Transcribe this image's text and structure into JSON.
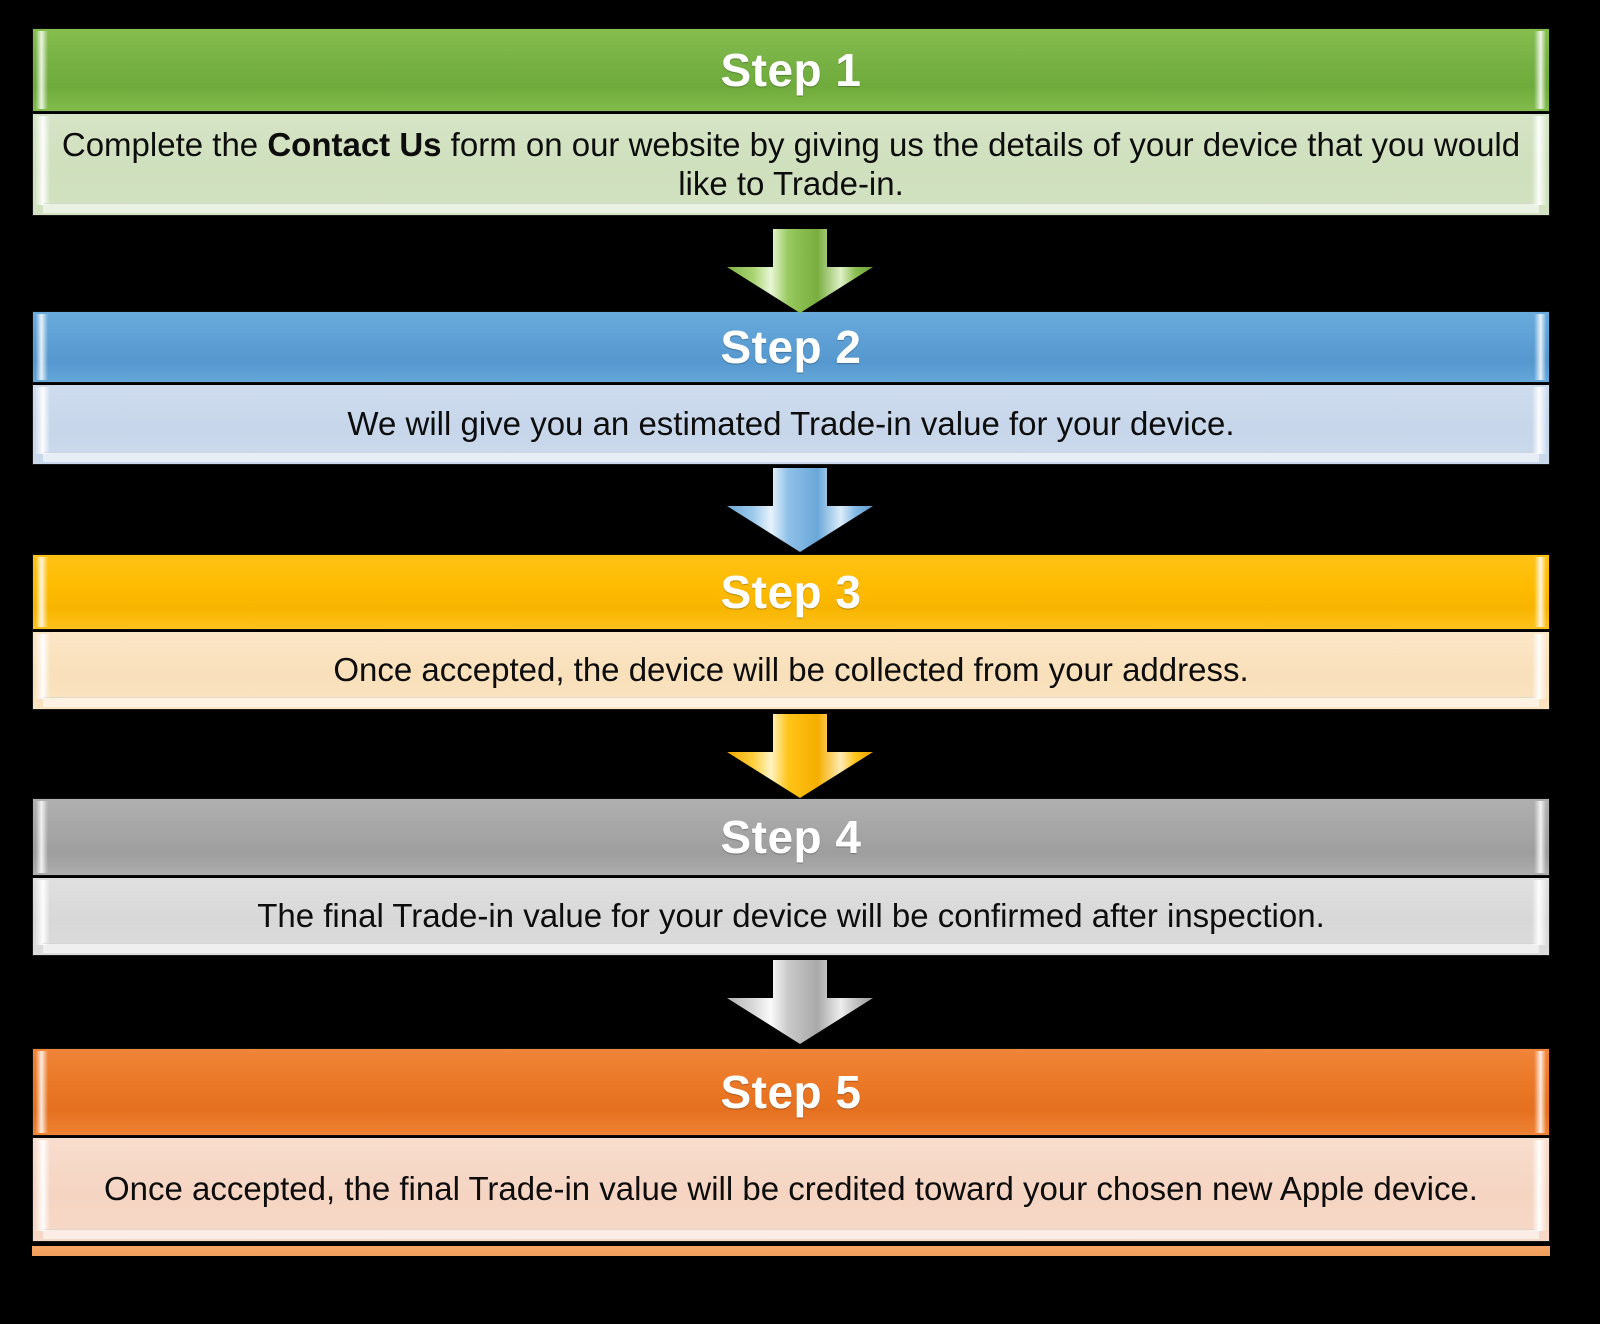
{
  "diagram": {
    "title": "Trade-in process steps",
    "background_color": "#000000",
    "steps": [
      {
        "header": "Step 1",
        "body_pre": "Complete the ",
        "body_bold": "Contact Us",
        "body_post": " form on our website by giving us the details of your device that you would like to Trade-in.",
        "body_full": "Complete the Contact Us form on our website by giving us the details of your device that you would like to Trade-in.",
        "header_color": "#76b043",
        "body_color": "#cfe0bd",
        "lines": 2
      },
      {
        "header": "Step 2",
        "body_full": "We will give you an estimated Trade-in value for your device.",
        "header_color": "#5d9fd4",
        "body_color": "#c7d6ea",
        "lines": 1
      },
      {
        "header": "Step 3",
        "body_full": "Once accepted, the device will be collected from your address.",
        "header_color": "#ffbb00",
        "body_color": "#f9e0bb",
        "lines": 1
      },
      {
        "header": "Step 4",
        "body_full": "The final Trade-in value for your device will be confirmed after inspection.",
        "header_color": "#a5a5a5",
        "body_color": "#d8d8d8",
        "lines": 1
      },
      {
        "header": "Step 5",
        "body_full": "Once accepted, the final Trade-in value will be credited toward your chosen new Apple device.",
        "header_color": "#ea7725",
        "body_color": "#f5d4c2",
        "lines": 2
      }
    ],
    "arrows": [
      {
        "name": "arrow-step1-to-step2",
        "color": "#8cc152",
        "direction": "down"
      },
      {
        "name": "arrow-step2-to-step3",
        "color": "#85b9e4",
        "direction": "down"
      },
      {
        "name": "arrow-step3-to-step4",
        "color": "#ffc107",
        "direction": "down"
      },
      {
        "name": "arrow-step4-to-step5",
        "color": "#c0c0c0",
        "direction": "down"
      }
    ]
  }
}
